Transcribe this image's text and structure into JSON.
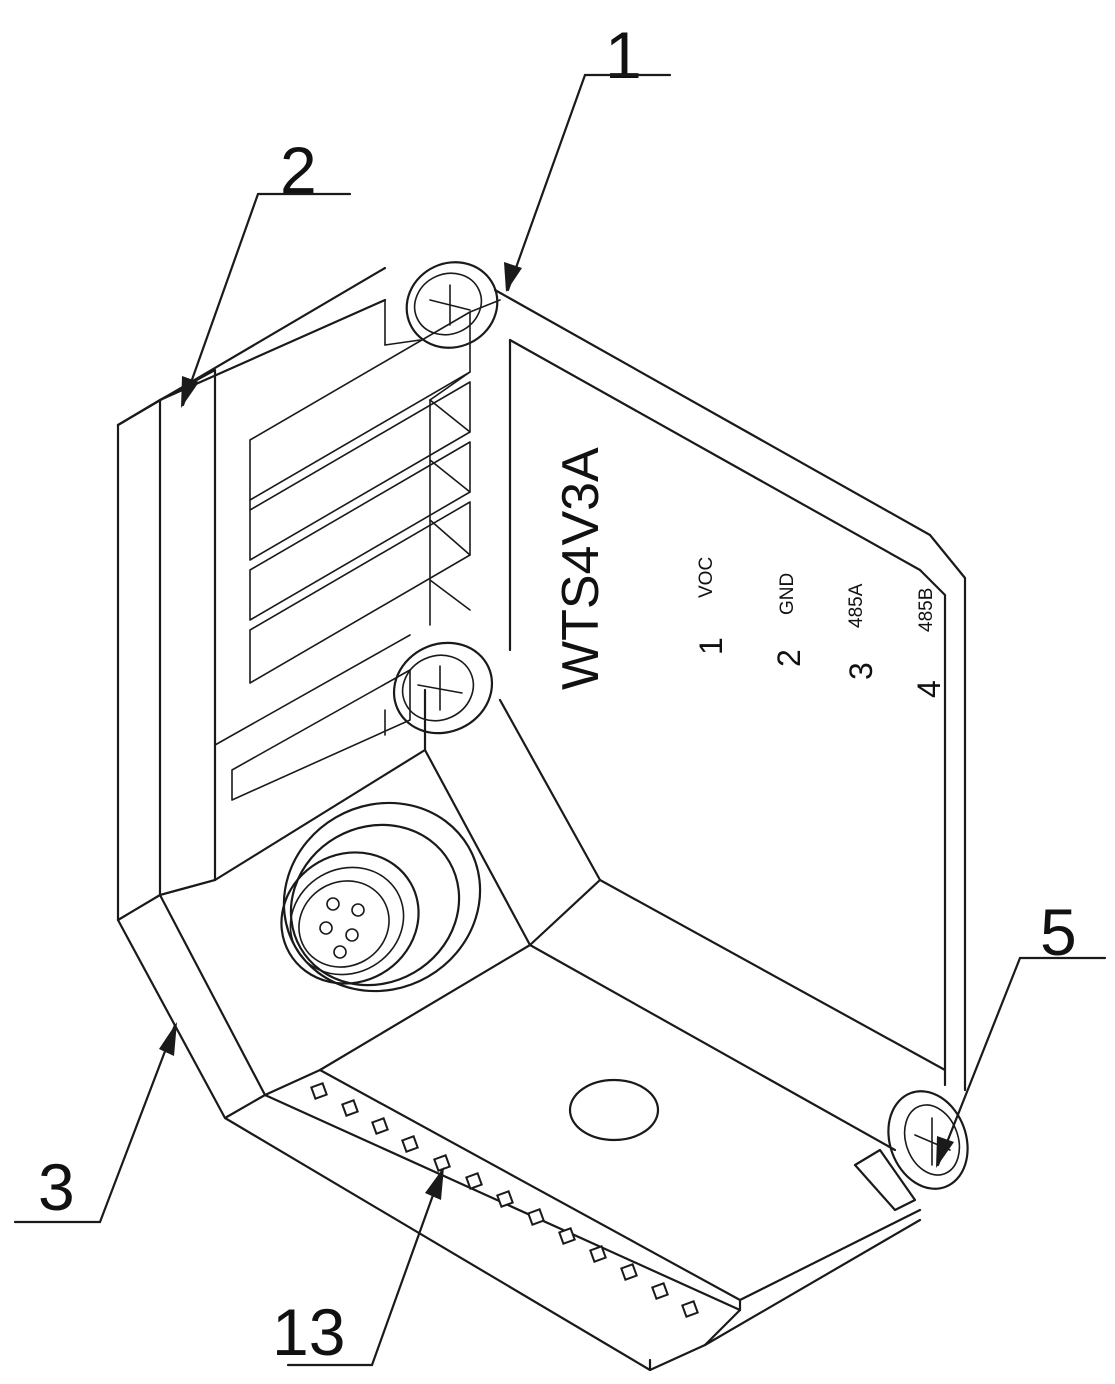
{
  "callouts": {
    "c1": "1",
    "c2": "2",
    "c3": "3",
    "c5": "5",
    "c13": "13"
  },
  "label": {
    "model": "WTS4V3A",
    "pins": [
      {
        "num": "1",
        "signal": "VOC"
      },
      {
        "num": "2",
        "signal": "GND"
      },
      {
        "num": "3",
        "signal": "485A"
      },
      {
        "num": "4",
        "signal": "485B"
      }
    ]
  },
  "colors": {
    "line": "#1a1a1a",
    "background": "#ffffff"
  }
}
